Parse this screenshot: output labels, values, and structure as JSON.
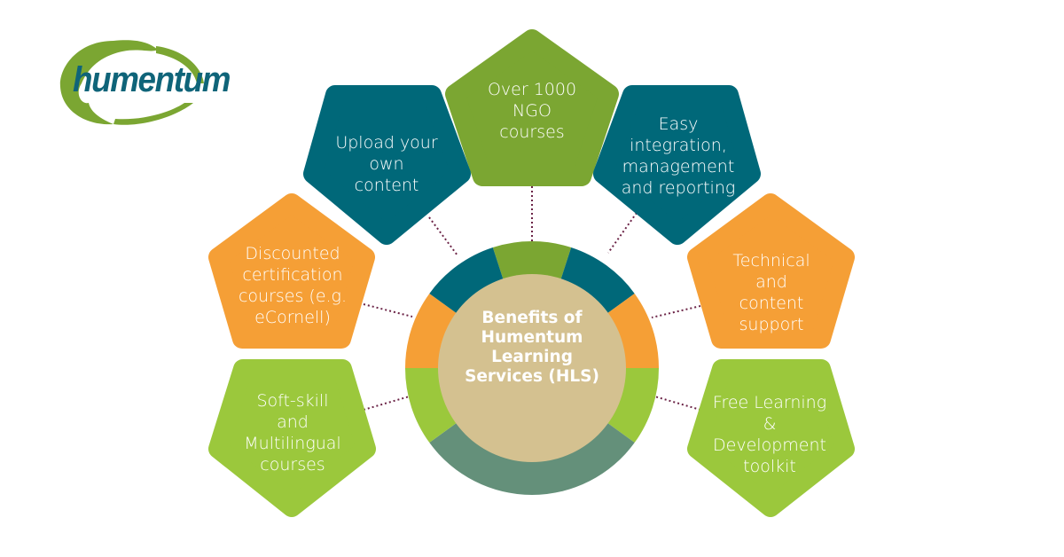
{
  "logo": {
    "text": "humentum",
    "ring_color": "#7ba632",
    "text_color": "#0f6479"
  },
  "center": {
    "label": "Benefits of\nHumentum\nLearning\nServices (HLS)",
    "color": "#d4c190"
  },
  "colors": {
    "dark_green": "#7ba632",
    "teal": "#006879",
    "orange": "#f59f36",
    "light_green": "#9bc83c",
    "gray_green": "#64907a",
    "connector": "#6b2346"
  },
  "benefits": [
    {
      "id": "ngo-courses",
      "label": "Over 1000\nNGO\ncourses",
      "color": "#7ba632"
    },
    {
      "id": "easy-integration",
      "label": "Easy\nintegration,\nmanagement\nand reporting",
      "color": "#006879"
    },
    {
      "id": "technical-support",
      "label": "Technical\nand\ncontent\nsupport",
      "color": "#f59f36"
    },
    {
      "id": "free-toolkit",
      "label": "Free Learning\n&\nDevelopment\ntoolkit",
      "color": "#9bc83c"
    },
    {
      "id": "soft-skill",
      "label": "Soft-skill\nand\nMultilingual\ncourses",
      "color": "#9bc83c"
    },
    {
      "id": "discounted-certification",
      "label": "Discounted\ncertification\ncourses (e.g.\neCornell)",
      "color": "#f59f36"
    },
    {
      "id": "upload-content",
      "label": "Upload your\nown\ncontent",
      "color": "#006879"
    }
  ]
}
